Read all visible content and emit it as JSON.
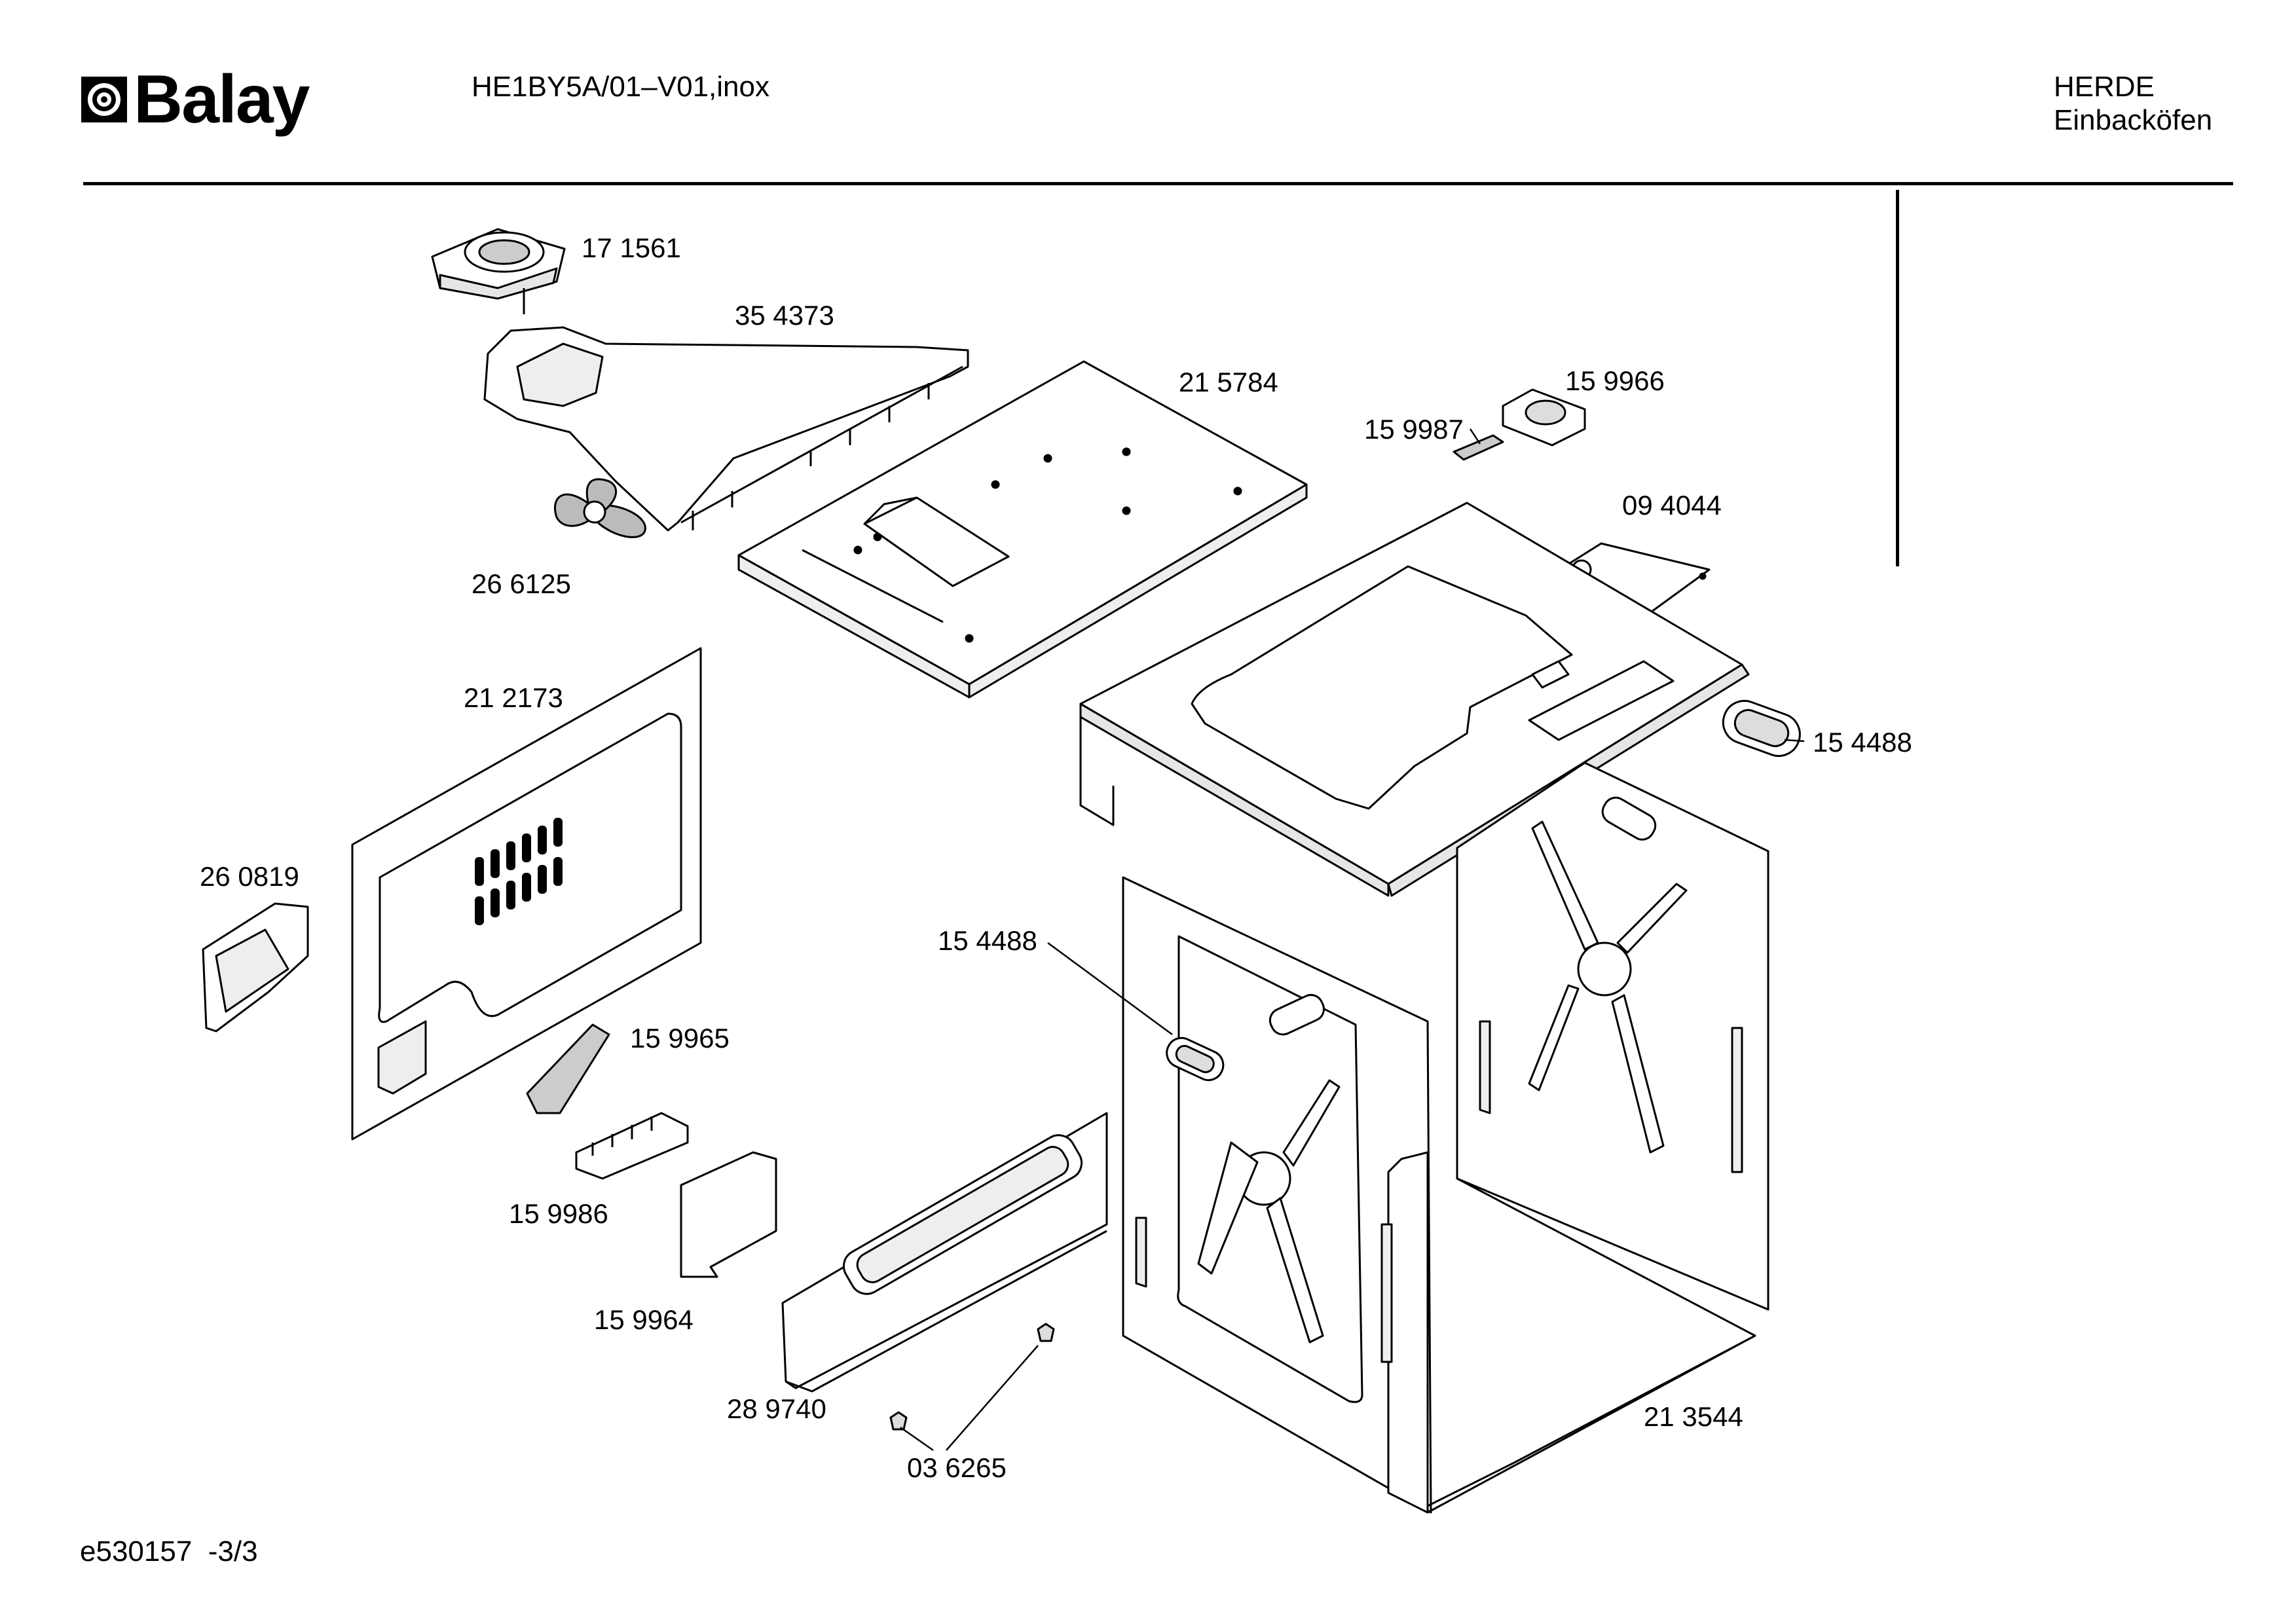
{
  "header": {
    "brand": "Balay",
    "model": "HE1BY5A/01–V01,inox",
    "category": "HERDE",
    "subcategory": "Einbacköfen"
  },
  "parts": [
    {
      "id": "p171561",
      "number": "17 1561"
    },
    {
      "id": "p354373",
      "number": "35 4373"
    },
    {
      "id": "p266125",
      "number": "26 6125"
    },
    {
      "id": "p215784",
      "number": "21 5784"
    },
    {
      "id": "p159966",
      "number": "15 9966"
    },
    {
      "id": "p159987",
      "number": "15 9987"
    },
    {
      "id": "p094044",
      "number": "09 4044"
    },
    {
      "id": "p154488a",
      "number": "15 4488"
    },
    {
      "id": "p212173",
      "number": "21 2173"
    },
    {
      "id": "p260819",
      "number": "26 0819"
    },
    {
      "id": "p154488b",
      "number": "15 4488"
    },
    {
      "id": "p159965",
      "number": "15 9965"
    },
    {
      "id": "p159986",
      "number": "15 9986"
    },
    {
      "id": "p159964",
      "number": "15 9964"
    },
    {
      "id": "p289740",
      "number": "28 9740"
    },
    {
      "id": "p036265",
      "number": "03 6265"
    },
    {
      "id": "p213544",
      "number": "21 3544"
    }
  ],
  "footer": {
    "doc_id": "e530157",
    "page": "-3/3"
  }
}
